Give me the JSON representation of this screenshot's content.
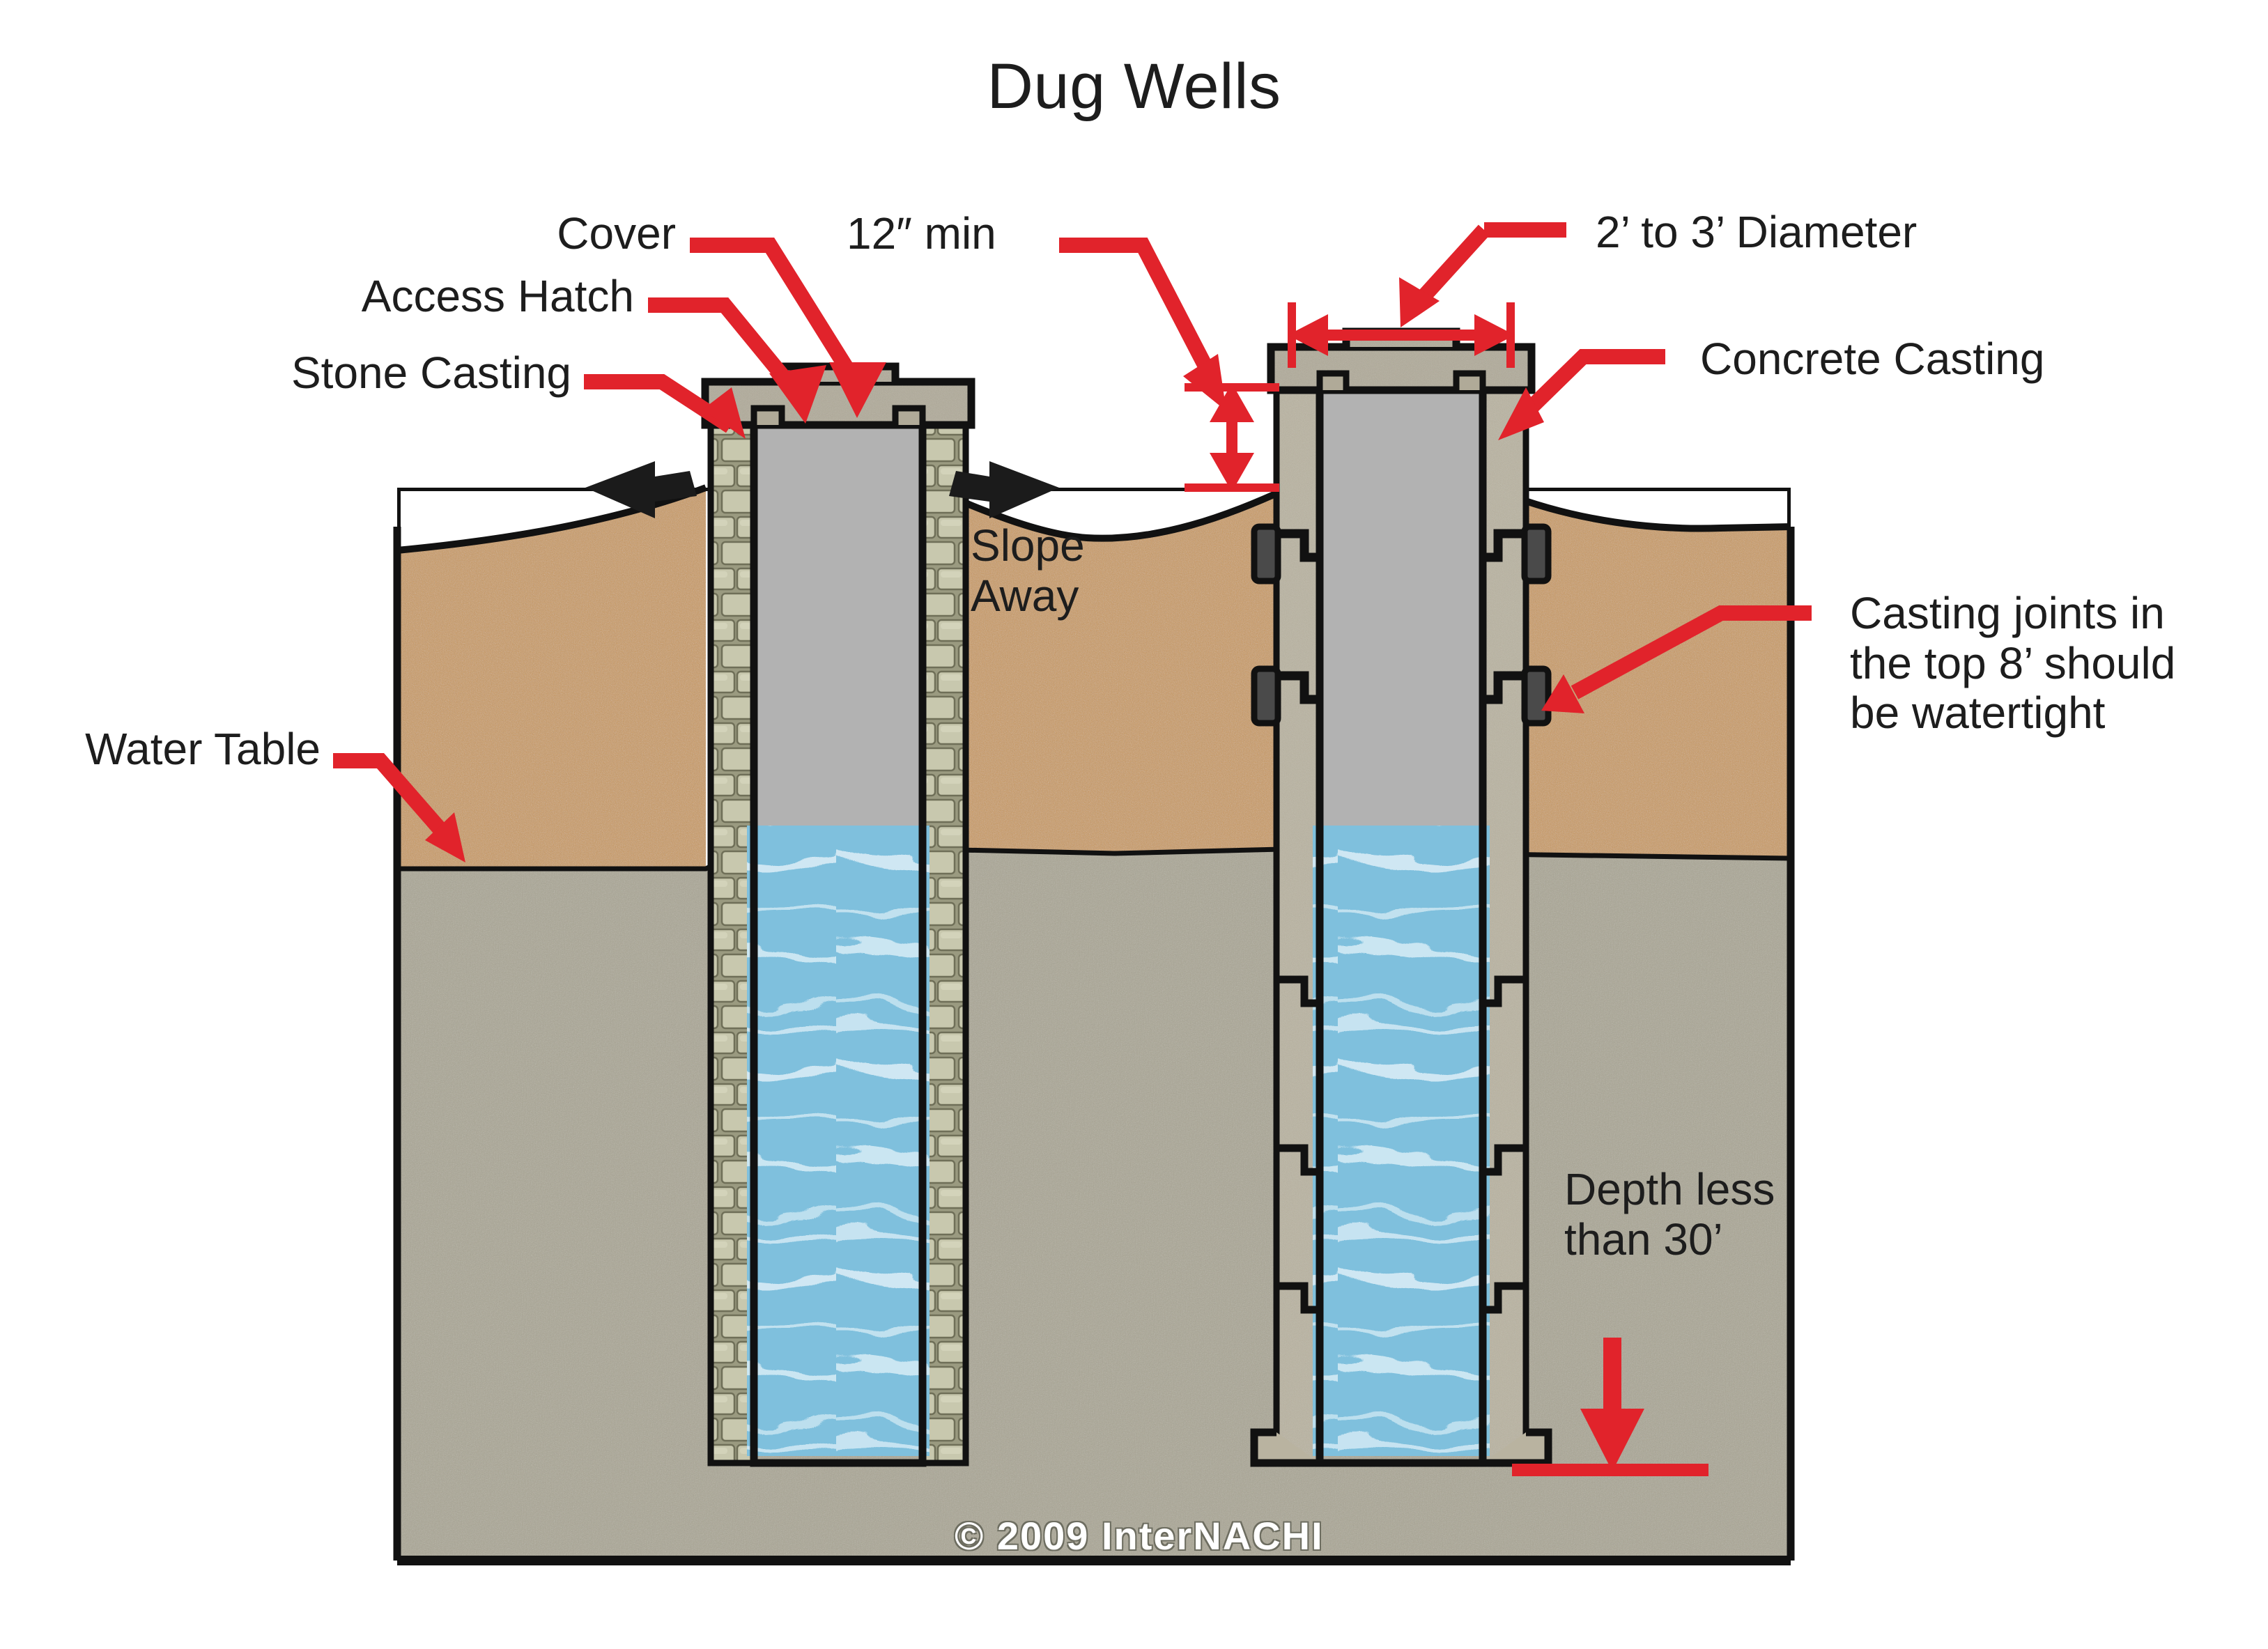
{
  "title": "Dug Wells",
  "labels": {
    "cover": "Cover",
    "access_hatch": "Access Hatch",
    "stone_casting": "Stone Casting",
    "twelve_min": "12″ min",
    "diameter": "2’ to 3’ Diameter",
    "concrete_casting": "Concrete Casting",
    "casting_joints_l1": "Casting joints in",
    "casting_joints_l2": "the top 8’ should",
    "casting_joints_l3": "be watertight",
    "water_table": "Water Table",
    "slope_l1": "Slope",
    "slope_l2": "Away",
    "depth_l1": "Depth less",
    "depth_l2": "than 30’"
  },
  "watermark": "© 2009  InterNACHI",
  "colors": {
    "annotation_red": "#e1232b",
    "topsoil": "#cb9a5d",
    "saturated_soil": "#aaa694",
    "water": "#7fc0dd",
    "concrete": "#b9b3a0",
    "cap_concrete": "#b0aa98",
    "hatch_gray": "#b2b2b2",
    "stone": "#b7b79e",
    "outline": "#111111",
    "text": "#1d1d1d"
  },
  "diagram": {
    "type": "cross-section",
    "wells": [
      {
        "name": "stone-lined-dug-well",
        "casing": "stone",
        "side": "left"
      },
      {
        "name": "concrete-casting-dug-well",
        "casing": "concrete",
        "side": "right"
      }
    ],
    "strata": [
      "topsoil",
      "saturated soil below water table"
    ],
    "dimension_callouts": [
      "12″ min",
      "2’ to 3’ Diameter",
      "Depth less than 30’"
    ]
  }
}
